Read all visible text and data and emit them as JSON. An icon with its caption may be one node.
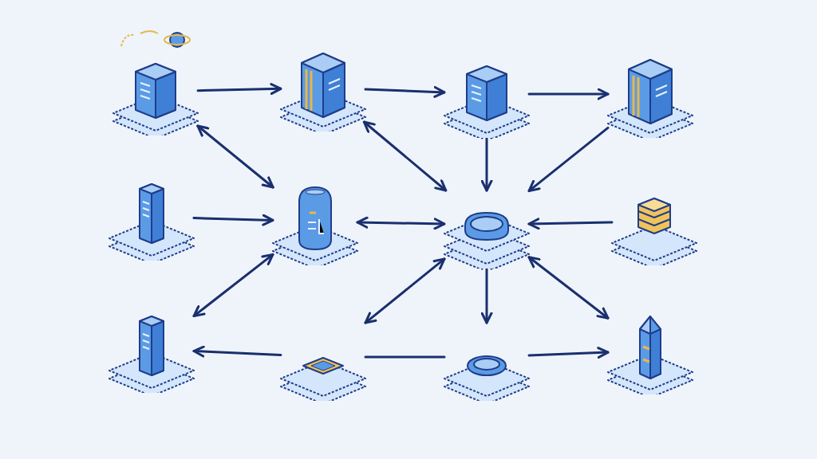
{
  "diagram": {
    "nodes": [
      {
        "text": [],
        "shape": "picture"
      },
      {
        "text": [],
        "shape": "picture"
      },
      {
        "text": [],
        "shape": "picture"
      },
      {
        "text": [],
        "shape": "picture"
      },
      {
        "text": [],
        "shape": "picture"
      },
      {
        "text": [],
        "shape": "picture"
      },
      {
        "text": [],
        "shape": "picture"
      },
      {
        "text": [],
        "shape": "picture"
      },
      {
        "text": [],
        "shape": "picture"
      },
      {
        "text": [],
        "shape": "picture"
      },
      {
        "text": [],
        "shape": "picture"
      },
      {
        "text": [],
        "shape": "picture"
      }
    ],
    "edges": [
      {
        "from": 0,
        "to": 1,
        "arrow": "to"
      },
      {
        "from": 1,
        "to": 2,
        "arrow": "to"
      },
      {
        "from": 2,
        "to": 3,
        "arrow": "to"
      },
      {
        "from": 0,
        "to": 5,
        "arrow": "both"
      },
      {
        "from": 1,
        "to": 6,
        "arrow": "both"
      },
      {
        "from": 2,
        "to": 6,
        "arrow": "both"
      },
      {
        "from": 3,
        "to": 6,
        "arrow": "to"
      },
      {
        "from": 4,
        "to": 5,
        "arrow": "to"
      },
      {
        "from": 5,
        "to": 6,
        "arrow": "both"
      },
      {
        "from": 7,
        "to": 6,
        "arrow": "to"
      },
      {
        "from": 5,
        "to": 8,
        "arrow": "both"
      },
      {
        "from": 6,
        "to": 9,
        "arrow": "both"
      },
      {
        "from": 6,
        "to": 10,
        "arrow": "both"
      },
      {
        "from": 6,
        "to": 11,
        "arrow": "both"
      },
      {
        "from": 9,
        "to": 8,
        "arrow": "to"
      },
      {
        "from": 9,
        "to": 10,
        "arrow": "none"
      },
      {
        "from": 10,
        "to": 11,
        "arrow": "to"
      }
    ]
  }
}
